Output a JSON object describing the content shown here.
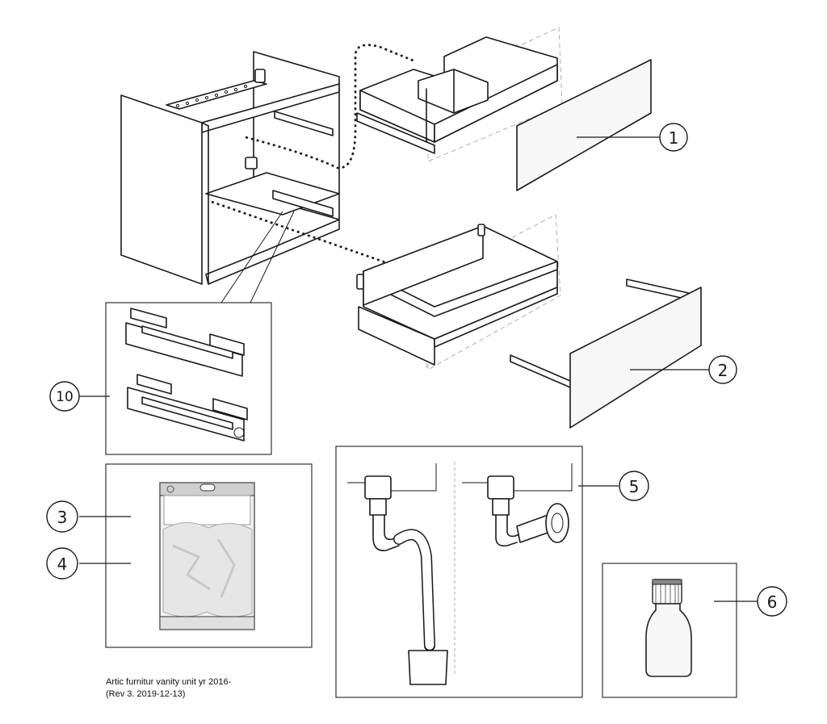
{
  "callouts": {
    "c1": "1",
    "c2": "2",
    "c3": "3",
    "c4": "4",
    "c5": "5",
    "c6": "6",
    "c10": "10"
  },
  "caption": {
    "line1": "Artic furnitur vanity unit yr 2016-",
    "line2": "(Rev 3.  2019-12-13)"
  }
}
